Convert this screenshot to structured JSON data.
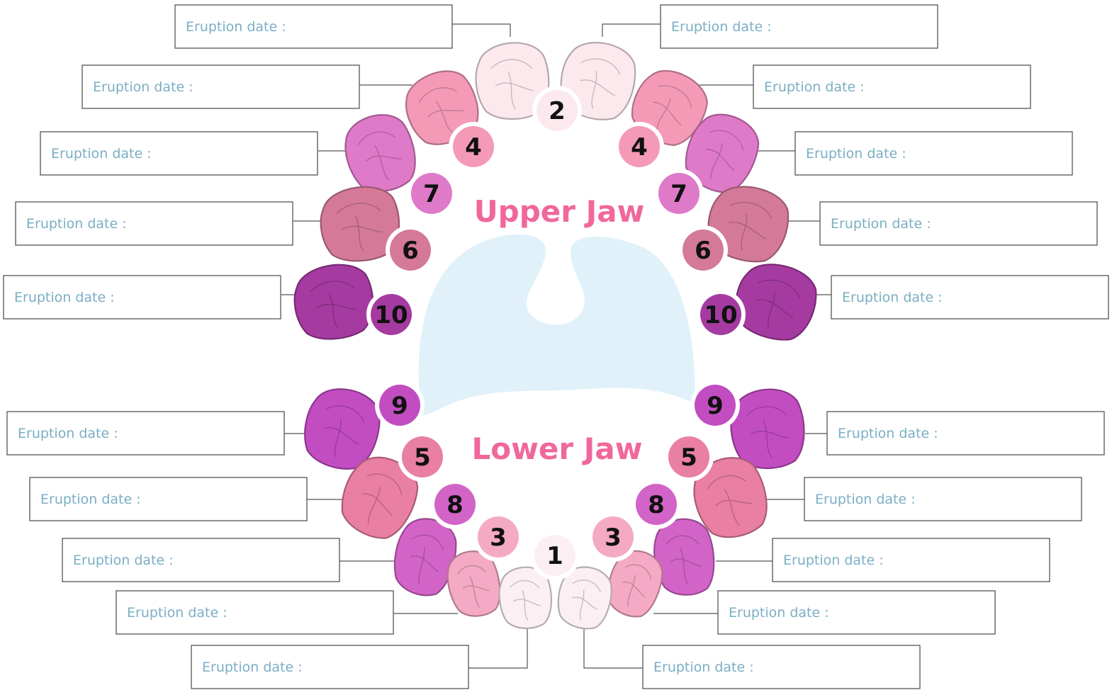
{
  "jaw_titles": {
    "upper": "Upper Jaw",
    "lower": "Lower Jaw"
  },
  "colors": {
    "palate": "#dceef8",
    "tongue": "#e8f3fb",
    "label_text": "#7aaec4",
    "title": "#f0689b",
    "line": "#555555"
  },
  "teeth": [
    {
      "id": "upper-left-central-incisor",
      "jaw": "upper",
      "side": "left",
      "order": 2,
      "label": "Eruption date :",
      "fill": "#fbe9ee"
    },
    {
      "id": "upper-right-central-incisor",
      "jaw": "upper",
      "side": "right",
      "order": 2,
      "label": "Eruption date :",
      "fill": "#fbe9ee"
    },
    {
      "id": "upper-left-lateral-incisor",
      "jaw": "upper",
      "side": "left",
      "order": 4,
      "label": "Eruption date :",
      "fill": "#f49ab7"
    },
    {
      "id": "upper-right-lateral-incisor",
      "jaw": "upper",
      "side": "right",
      "order": 4,
      "label": "Eruption date :",
      "fill": "#f49ab7"
    },
    {
      "id": "upper-left-canine",
      "jaw": "upper",
      "side": "left",
      "order": 7,
      "label": "Eruption date :",
      "fill": "#df7ac9"
    },
    {
      "id": "upper-right-canine",
      "jaw": "upper",
      "side": "right",
      "order": 7,
      "label": "Eruption date :",
      "fill": "#df7ac9"
    },
    {
      "id": "upper-left-first-molar",
      "jaw": "upper",
      "side": "left",
      "order": 6,
      "label": "Eruption date :",
      "fill": "#d47a98"
    },
    {
      "id": "upper-right-first-molar",
      "jaw": "upper",
      "side": "right",
      "order": 6,
      "label": "Eruption date :",
      "fill": "#d47a98"
    },
    {
      "id": "upper-left-second-molar",
      "jaw": "upper",
      "side": "left",
      "order": 10,
      "label": "Eruption date :",
      "fill": "#a53ba0"
    },
    {
      "id": "upper-right-second-molar",
      "jaw": "upper",
      "side": "right",
      "order": 10,
      "label": "Eruption date :",
      "fill": "#a53ba0"
    },
    {
      "id": "lower-left-second-molar",
      "jaw": "lower",
      "side": "left",
      "order": 9,
      "label": "Eruption date :",
      "fill": "#c24dc1"
    },
    {
      "id": "lower-right-second-molar",
      "jaw": "lower",
      "side": "right",
      "order": 9,
      "label": "Eruption date :",
      "fill": "#c24dc1"
    },
    {
      "id": "lower-left-first-molar",
      "jaw": "lower",
      "side": "left",
      "order": 5,
      "label": "Eruption date :",
      "fill": "#e97fa2"
    },
    {
      "id": "lower-right-first-molar",
      "jaw": "lower",
      "side": "right",
      "order": 5,
      "label": "Eruption date :",
      "fill": "#e97fa2"
    },
    {
      "id": "lower-left-canine",
      "jaw": "lower",
      "side": "left",
      "order": 8,
      "label": "Eruption date :",
      "fill": "#d264c8"
    },
    {
      "id": "lower-right-canine",
      "jaw": "lower",
      "side": "right",
      "order": 8,
      "label": "Eruption date :",
      "fill": "#d264c8"
    },
    {
      "id": "lower-left-lateral-incisor",
      "jaw": "lower",
      "side": "left",
      "order": 3,
      "label": "Eruption date :",
      "fill": "#f4aac4"
    },
    {
      "id": "lower-right-lateral-incisor",
      "jaw": "lower",
      "side": "right",
      "order": 3,
      "label": "Eruption date :",
      "fill": "#f4aac4"
    },
    {
      "id": "lower-left-central-incisor",
      "jaw": "lower",
      "side": "left",
      "order": 1,
      "label": "Eruption date :",
      "fill": "#fceff3"
    },
    {
      "id": "lower-right-central-incisor",
      "jaw": "lower",
      "side": "right",
      "order": 1,
      "label": "Eruption date :",
      "fill": "#fceff3"
    }
  ]
}
